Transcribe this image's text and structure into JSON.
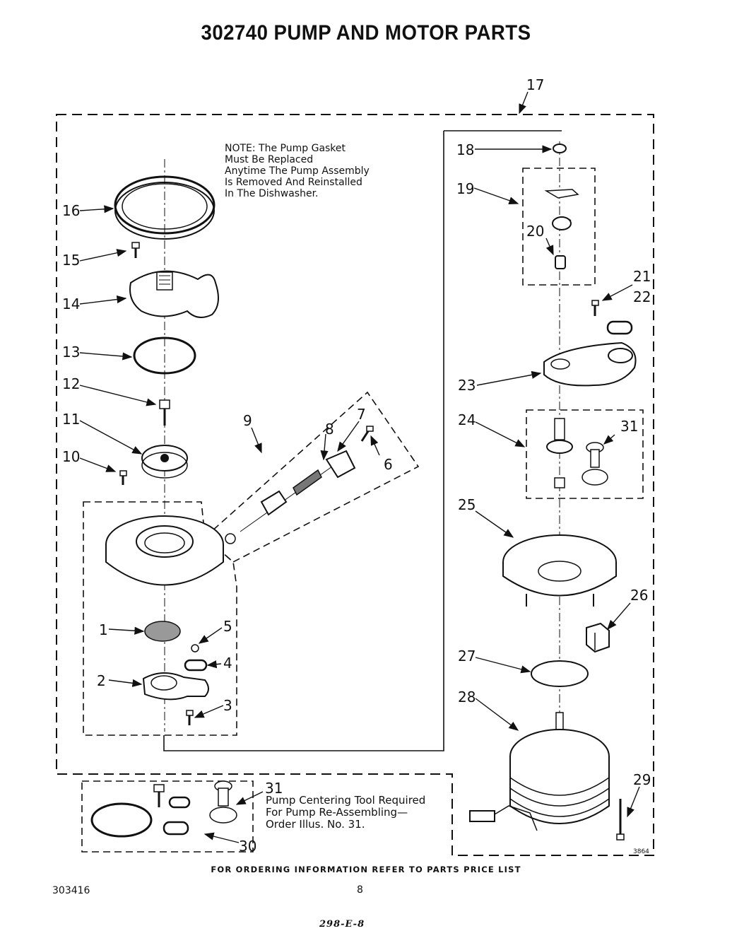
{
  "title": "302740 PUMP AND MOTOR PARTS",
  "note": "NOTE: The Pump Gasket\nMust Be Replaced\nAnytime The Pump Assembly\nIs Removed And Reinstalled\nIn The Dishwasher.",
  "callout_31": "Pump Centering Tool Required\nFor Pump Re-Assembling—\nOrder Illus. No. 31.",
  "footer": "FOR ORDERING INFORMATION REFER TO PARTS PRICE LIST",
  "doc_number": "303416",
  "page_number": "8",
  "handwritten": "298-E-8",
  "illustration_code": "3864",
  "part_labels": [
    "1",
    "2",
    "3",
    "4",
    "5",
    "6",
    "7",
    "8",
    "9",
    "10",
    "11",
    "12",
    "13",
    "14",
    "15",
    "16",
    "17",
    "18",
    "19",
    "20",
    "21",
    "22",
    "23",
    "24",
    "25",
    "26",
    "27",
    "28",
    "29",
    "30",
    "31",
    "31"
  ]
}
